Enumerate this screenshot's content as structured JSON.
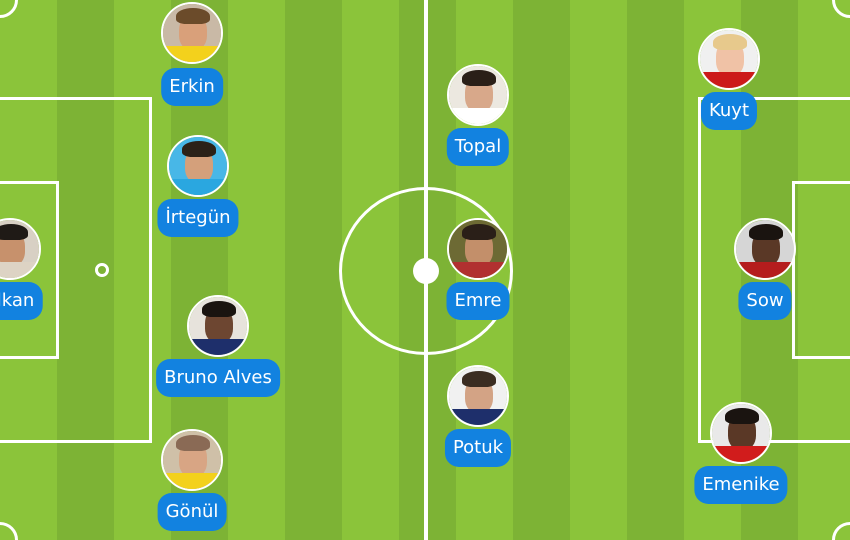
{
  "pitch": {
    "grass_light": "#8bc43a",
    "grass_dark": "#7db335",
    "line_color": "#ffffff",
    "pill_color": "#1282e0"
  },
  "players": [
    {
      "id": "erkin",
      "name": "Erkin",
      "skin": "#d9a07a",
      "hair": "#6b4b2a",
      "shirt": "#f3d11c",
      "photo_bg": "#c9b9a6"
    },
    {
      "id": "iregun",
      "name": "İrtegün",
      "skin": "#d4a07b",
      "hair": "#2b2118",
      "shirt": "#2aa7e0",
      "photo_bg": "#48b7e7"
    },
    {
      "id": "volkan",
      "name": "olkan",
      "skin": "#c7916c",
      "hair": "#1f1a16",
      "shirt": "#ddd3c4",
      "photo_bg": "#d8d0c4"
    },
    {
      "id": "bruno",
      "name": "Bruno Alves",
      "skin": "#6d4631",
      "hair": "#1a1410",
      "shirt": "#1e2f6b",
      "photo_bg": "#e7e3dc"
    },
    {
      "id": "gonul",
      "name": "Gönül",
      "skin": "#d8a584",
      "hair": "#8a6a55",
      "shirt": "#f3d11c",
      "photo_bg": "#cfc0a8"
    },
    {
      "id": "topal",
      "name": "Topal",
      "skin": "#d8a88a",
      "hair": "#2a1f18",
      "shirt": "#ffffff",
      "photo_bg": "#ece8e0"
    },
    {
      "id": "emre",
      "name": "Emre",
      "skin": "#c38f6a",
      "hair": "#2a1f18",
      "shirt": "#b13030",
      "photo_bg": "#6d6a34"
    },
    {
      "id": "potuk",
      "name": "Potuk",
      "skin": "#d3a385",
      "hair": "#3b2d22",
      "shirt": "#1e2f6b",
      "photo_bg": "#f1f1f1"
    },
    {
      "id": "kuyt",
      "name": "Kuyt",
      "skin": "#f0c2a6",
      "hair": "#e7c98c",
      "shirt": "#cc1a1a",
      "photo_bg": "#f0f0f0"
    },
    {
      "id": "sow",
      "name": "Sow",
      "skin": "#5a3826",
      "hair": "#1a1410",
      "shirt": "#b51d1d",
      "photo_bg": "#d6d6d6"
    },
    {
      "id": "emenike",
      "name": "Emenike",
      "skin": "#5a3826",
      "hair": "#1a1410",
      "shirt": "#d11c1c",
      "photo_bg": "#e9e9e9"
    }
  ]
}
